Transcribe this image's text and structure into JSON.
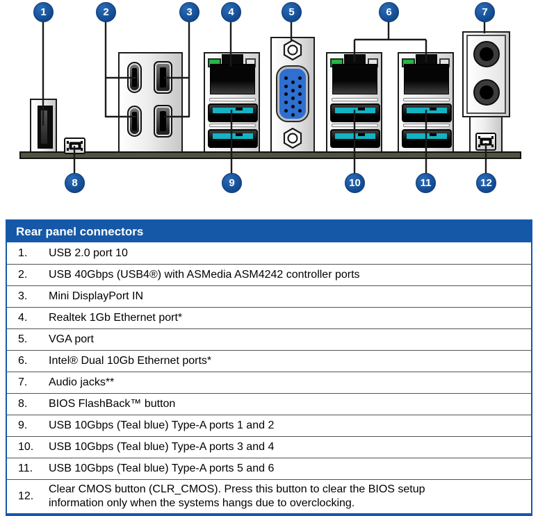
{
  "diagram": {
    "badges": [
      "1",
      "2",
      "3",
      "4",
      "5",
      "6",
      "7",
      "8",
      "9",
      "10",
      "11",
      "12"
    ],
    "ports": [
      "usb2-port",
      "usb4-type-c-ports",
      "mini-displayport-in-ports",
      "realtek-1g-ethernet-port",
      "vga-port",
      "intel-10g-ethernet-ports",
      "audio-jacks",
      "bios-flashback-button",
      "usb-10gbps-ports-1-2",
      "usb-10gbps-ports-3-4",
      "usb-10gbps-ports-5-6",
      "clear-cmos-button"
    ]
  },
  "table": {
    "header": "Rear panel connectors",
    "rows": [
      {
        "num": "1.",
        "desc": "USB 2.0 port 10"
      },
      {
        "num": "2.",
        "desc": "USB 40Gbps (USB4®) with ASMedia ASM4242 controller ports"
      },
      {
        "num": "3.",
        "desc": "Mini DisplayPort IN"
      },
      {
        "num": "4.",
        "desc": "Realtek 1Gb Ethernet port*"
      },
      {
        "num": "5.",
        "desc": "VGA port"
      },
      {
        "num": "6.",
        "desc": "Intel® Dual 10Gb Ethernet ports*"
      },
      {
        "num": "7.",
        "desc": "Audio jacks**"
      },
      {
        "num": "8.",
        "desc": "BIOS FlashBack™ button"
      },
      {
        "num": "9.",
        "desc": "USB 10Gbps (Teal blue) Type-A ports 1 and 2"
      },
      {
        "num": "10.",
        "desc": "USB 10Gbps (Teal blue) Type-A ports 3 and 4"
      },
      {
        "num": "11.",
        "desc": "USB 10Gbps (Teal blue) Type-A ports 5 and 6"
      },
      {
        "num": "12.",
        "desc": "Clear CMOS button (CLR_CMOS). Press this button to clear the BIOS setup information only when the systems hangs due to overclocking."
      }
    ]
  },
  "colors": {
    "badge_blue": "#12498f",
    "table_header_blue": "#1558a8",
    "usb_teal": "#13b3c3",
    "ethernet_led_green": "#28b446",
    "vga_blue": "#2e6fd0",
    "board_edge_olive": "#4e543f"
  }
}
